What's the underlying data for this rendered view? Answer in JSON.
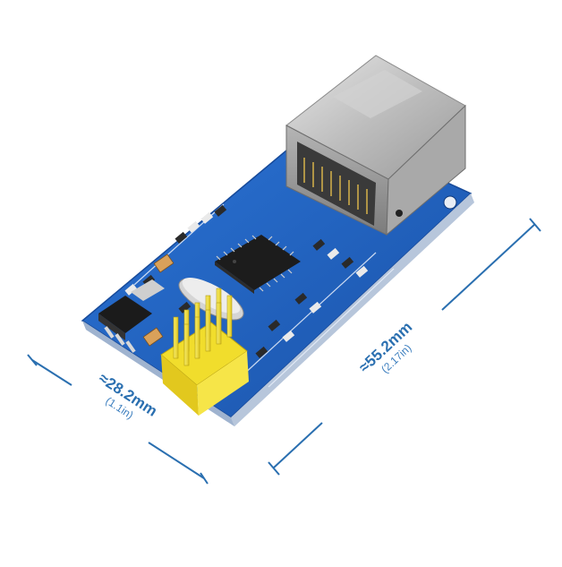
{
  "dimensions": {
    "width": {
      "label": "≈28.2mm",
      "sub": "(1.1in)"
    },
    "length": {
      "label": "≈55.2mm",
      "sub": "(2.17in)"
    }
  },
  "colors": {
    "dimension": "#2a6fb0",
    "pcb": "#1f5fbf",
    "pcb_dark": "#153f86",
    "header_pins": "#f4e23a",
    "rj45_metal": "#c9c9c9"
  },
  "icons": {
    "module": "ethernet-module-photo"
  }
}
